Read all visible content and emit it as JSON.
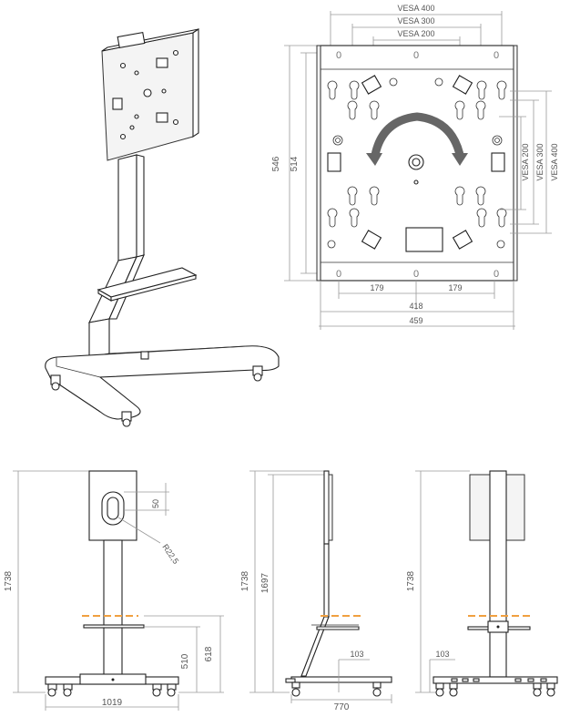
{
  "top_front_view": {
    "vesa_labels": {
      "vesa400": "VESA 400",
      "vesa300": "VESA 300",
      "vesa200": "VESA 200"
    },
    "height_outer": "546",
    "height_inner": "514",
    "bottom_left_offset": "179",
    "bottom_right_offset": "179",
    "width_inner": "418",
    "width_outer": "459",
    "zero_top": "0",
    "zero_left_top": "0",
    "zero_bottom": "0",
    "zero_left_bottom": "0",
    "zero_right_bottom": "0",
    "zero_right_top": "0"
  },
  "front_view": {
    "total_height": "1738",
    "slot_length": "50",
    "radius": "R22,5",
    "shelf_height_low": "510",
    "shelf_height_high": "618",
    "base_width": "1019"
  },
  "side_view": {
    "total_height": "1738",
    "panel_height": "1697",
    "foot_offset": "103",
    "base_depth": "770"
  },
  "rear_view": {
    "total_height": "1738",
    "foot_offset": "103"
  },
  "colors": {
    "shelf_marker": "#f0a040",
    "line": "#222222",
    "dimension": "#9a9a9a"
  }
}
